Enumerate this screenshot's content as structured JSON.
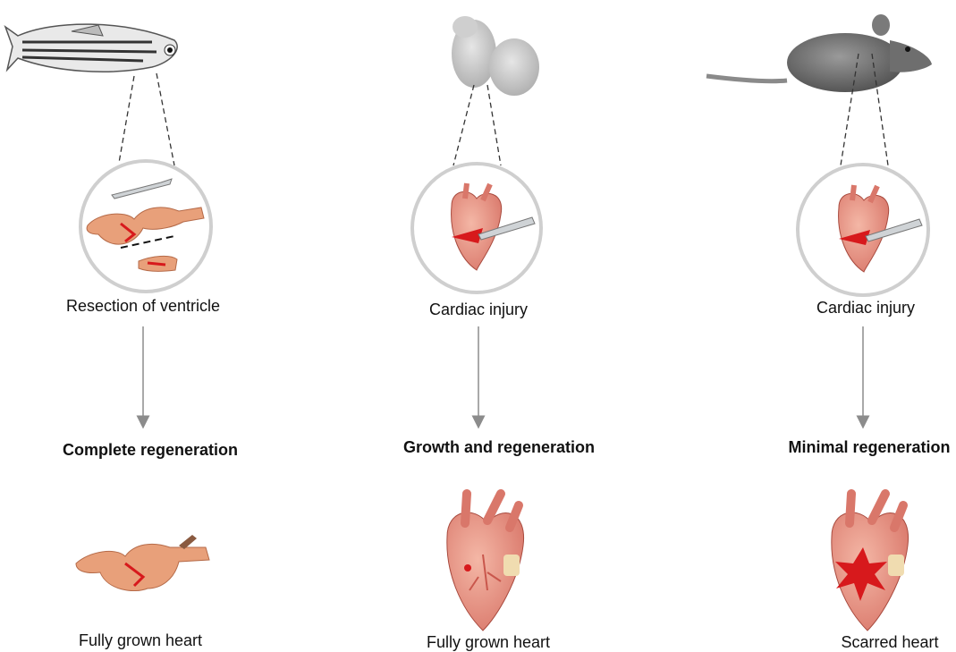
{
  "columns": [
    {
      "organism_icon": "zebrafish-icon",
      "procedure": "Resection of ventricle",
      "outcome": "Complete regeneration",
      "result": "Fully grown heart"
    },
    {
      "organism_icon": "neonatal-mouse-icon",
      "procedure": "Cardiac injury",
      "outcome": "Growth and regeneration",
      "result": "Fully grown heart"
    },
    {
      "organism_icon": "adult-mouse-icon",
      "procedure": "Cardiac injury",
      "outcome": "Minimal regeneration",
      "result": "Scarred heart"
    }
  ],
  "colors": {
    "heart_pink": "#e59a8a",
    "heart_dark": "#c9574c",
    "injury_red": "#d7191c",
    "fish_heart": "#e8a07a",
    "circle_stroke": "#cfcfcf",
    "arrow": "#8c8c8c"
  }
}
